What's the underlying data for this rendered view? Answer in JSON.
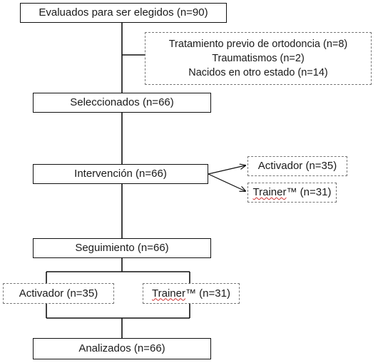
{
  "flow": {
    "evaluated": "Evaluados para ser elegidos (n=90)",
    "exclusions": [
      "Tratamiento previo de ortodoncia (n=8)",
      "Traumatismos (n=2)",
      "Nacidos en otro estado (n=14)"
    ],
    "selected": "Seleccionados (n=66)",
    "intervention": "Intervención (n=66)",
    "intervention_groups": {
      "activator": "Activador (n=35)",
      "trainer_word": "Trainer",
      "trainer_rest": "™ (n=31)"
    },
    "followup": "Seguimiento (n=66)",
    "followup_groups": {
      "activator": "Activador (n=35)",
      "trainer_word": "Trainer",
      "trainer_rest": "™ (n=31)"
    },
    "analyzed": "Analizados (n=66)"
  },
  "colors": {
    "solid_border": "#111111",
    "dashed_border": "#777777",
    "spellcheck_underline": "#d03030"
  }
}
